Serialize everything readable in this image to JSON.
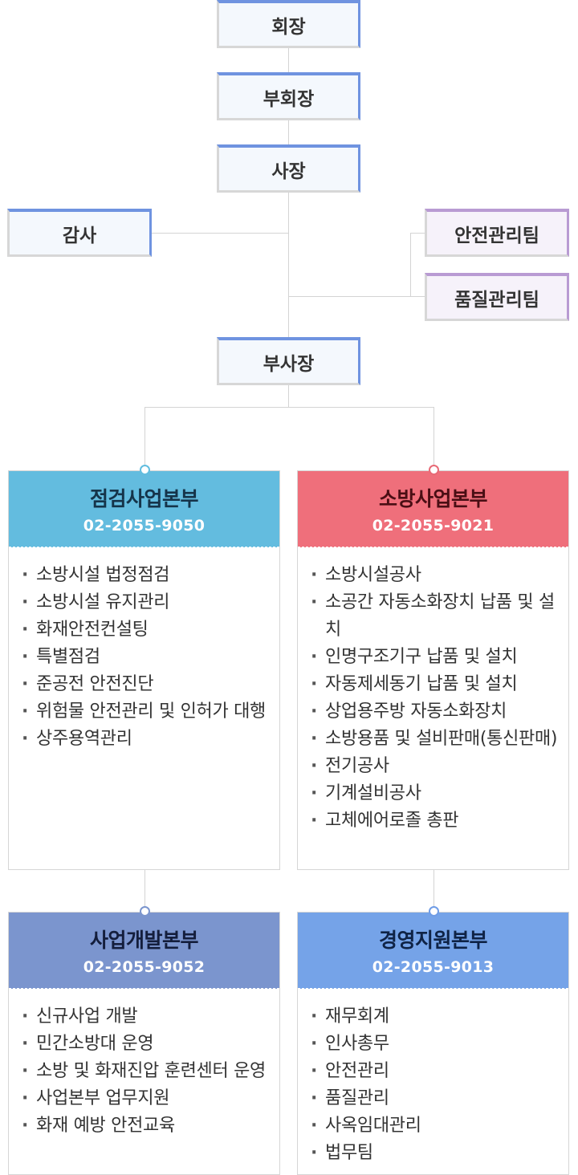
{
  "executives": {
    "chairman": "회장",
    "vice_chairman": "부회장",
    "president": "사장",
    "auditor": "감사",
    "safety_team": "안전관리팀",
    "quality_team": "품질관리팀",
    "vice_president": "부사장"
  },
  "divisions": [
    {
      "title": "점검사업본부",
      "phone": "02-2055-9050",
      "color": "#63bcdf",
      "items": [
        "소방시설 법정점검",
        "소방시설 유지관리",
        "화재안전컨설팅",
        "특별점검",
        "준공전 안전진단",
        "위험물 안전관리 및 인허가 대행",
        "상주용역관리"
      ]
    },
    {
      "title": "소방사업본부",
      "phone": "02-2055-9021",
      "color": "#ef6f7b",
      "items": [
        "소방시설공사",
        "소공간 자동소화장치 납품 및 설치",
        "인명구조기구 납품 및 설치",
        "자동제세동기 납품 및 설치",
        "상업용주방 자동소화장치",
        "소방용품 및 설비판매(통신판매)",
        "전기공사",
        "기계설비공사",
        "고체에어로졸 총판"
      ]
    },
    {
      "title": "사업개발본부",
      "phone": "02-2055-9052",
      "color": "#7b95ce",
      "items": [
        "신규사업 개발",
        "민간소방대 운영",
        "소방 및 화재진압 훈련센터 운영",
        "사업본부 업무지원",
        "화재 예방 안전교육"
      ]
    },
    {
      "title": "경영지원본부",
      "phone": "02-2055-9013",
      "color": "#75a3e8",
      "items": [
        "재무회계",
        "인사총무",
        "안전관리",
        "품질관리",
        "사옥임대관리",
        "법무팀"
      ]
    }
  ],
  "colors": {
    "exec_accent": "#6f93e0",
    "team_accent": "#b99bd3",
    "connector": "#d4d4d4"
  }
}
